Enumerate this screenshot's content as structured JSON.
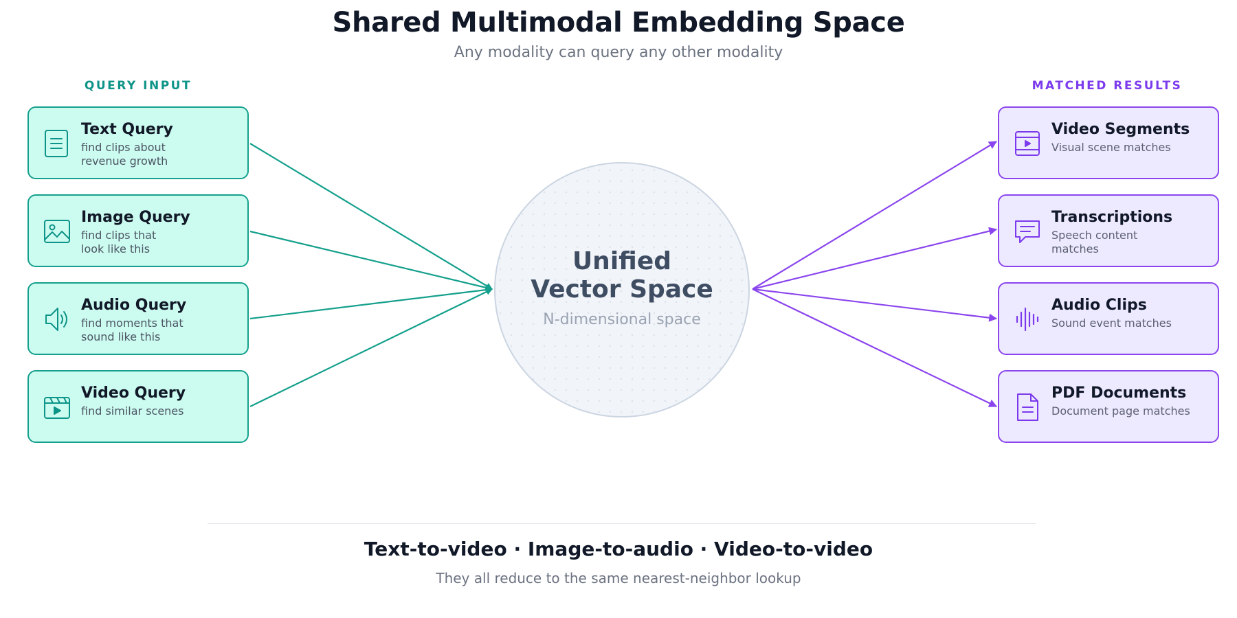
{
  "header": {
    "title": "Shared Multimodal Embedding Space",
    "subtitle": "Any modality can query any other modality"
  },
  "query_column": {
    "label": "QUERY INPUT",
    "items": [
      {
        "title": "Text Query",
        "desc": "find clips about\nrevenue growth",
        "icon": "document-text-icon"
      },
      {
        "title": "Image Query",
        "desc": "find clips that\nlook like this",
        "icon": "image-icon"
      },
      {
        "title": "Audio Query",
        "desc": "find moments that\nsound like this",
        "icon": "speaker-icon"
      },
      {
        "title": "Video Query",
        "desc": "find similar scenes",
        "icon": "clapperboard-icon"
      }
    ]
  },
  "results_column": {
    "label": "MATCHED RESULTS",
    "items": [
      {
        "title": "Video Segments",
        "desc": "Visual scene matches",
        "icon": "video-frame-icon"
      },
      {
        "title": "Transcriptions",
        "desc": "Speech content\nmatches",
        "icon": "speech-bubble-icon"
      },
      {
        "title": "Audio Clips",
        "desc": "Sound event matches",
        "icon": "waveform-icon"
      },
      {
        "title": "PDF Documents",
        "desc": "Document page matches",
        "icon": "document-icon"
      }
    ]
  },
  "hub": {
    "title": "Unified\nVector Space",
    "subtitle": "N-dimensional space"
  },
  "footer": {
    "title": "Text-to-video · Image-to-audio · Video-to-video",
    "subtitle": "They all reduce to the same nearest-neighbor lookup"
  },
  "colors": {
    "query_accent": "#0d9488",
    "query_fill": "#ccfbf0",
    "result_accent": "#7c3aed",
    "result_fill": "#ede9fe",
    "hub_fill": "#f1f4f9",
    "hub_stroke": "#cbd5e1"
  }
}
